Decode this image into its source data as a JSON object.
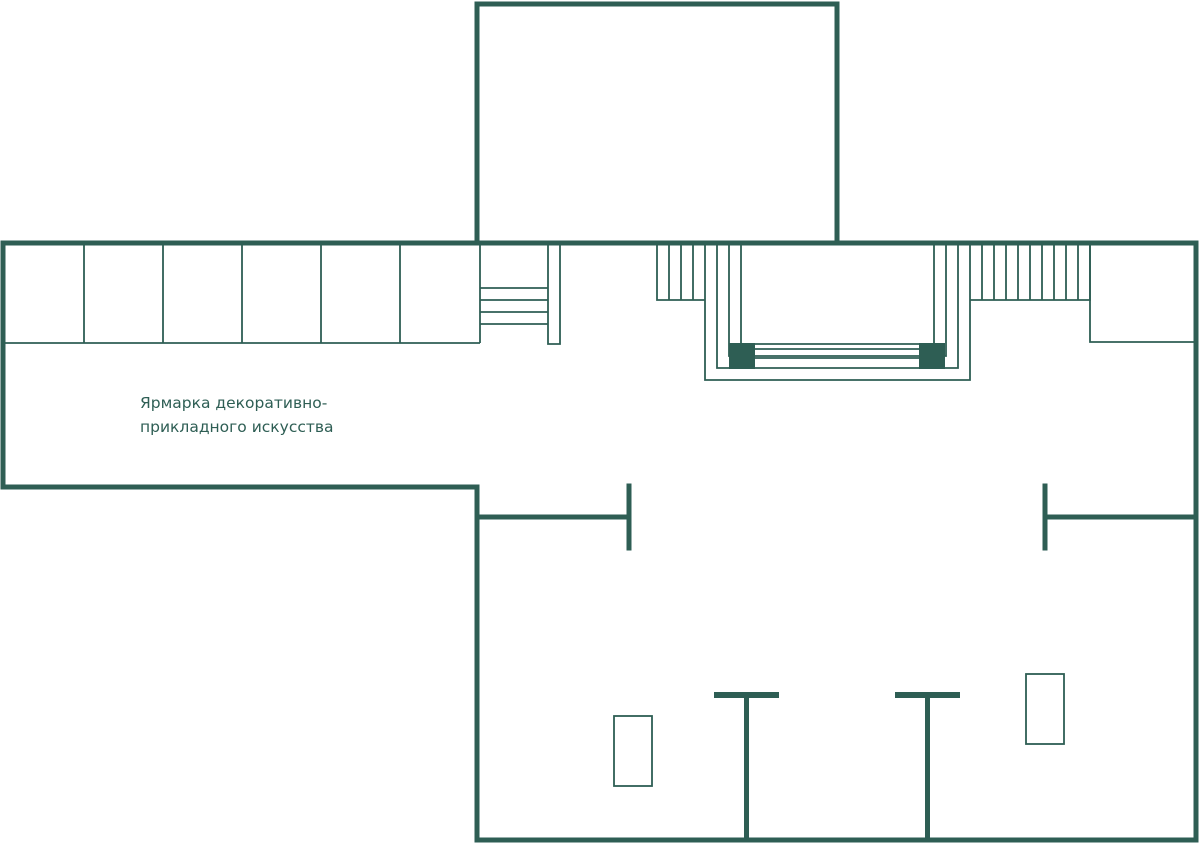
{
  "plan": {
    "line_color": "#2e5e54",
    "background": "#ffffff",
    "zones": [
      {
        "id": "fair",
        "label_lines": [
          "Ярмарка декоративно-",
          "прикладного искусства"
        ]
      }
    ]
  }
}
